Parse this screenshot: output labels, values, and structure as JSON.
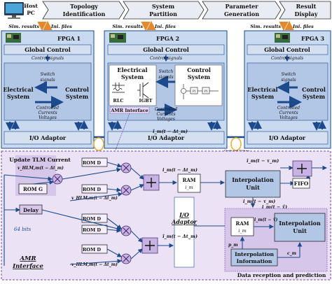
{
  "header": {
    "host": "Host",
    "pc": "PC",
    "steps": [
      "Topology Identification",
      "System Partition",
      "Parameter Generation",
      "Result Display"
    ]
  },
  "links": {
    "sim_results": "Sim. results",
    "ini_files": "Ini. files",
    "optical_fibre": "Optical Fibre"
  },
  "fpga": [
    {
      "title": "FPGA 1",
      "global": "Global Control",
      "signals": "Control signals",
      "electrical": "Electrical System",
      "control": "Control System",
      "switch": "Switch signals",
      "controlled": "Controlled Currents Voltages",
      "io": "I/O Adaptor"
    },
    {
      "title": "FPGA 2",
      "global": "Global Control",
      "signals": "Control signals",
      "electrical": "Electrical System",
      "control": "Control System",
      "switch": "Switch signals",
      "controlled": "Controlled Currents Voltages",
      "io": "I/O Adaptor",
      "rlc": "RLC",
      "igbt": "IGBT",
      "amr": "AMR Interface",
      "pi": "PI"
    },
    {
      "title": "FPGA 3",
      "global": "Global Control",
      "signals": "Control signals",
      "electrical": "Electrical System",
      "control": "Control System",
      "switch": "Switch signals",
      "controlled": "Controlled Currents Voltages",
      "io": "I/O Adaptor"
    }
  ],
  "bus_signal": "î_m(t − Δt_m)",
  "detail": {
    "update": "Update TLM Current",
    "v_in_top": "v_HLM,m(t − Δt_m)",
    "v_in_1": "v_HLM,m(t − Δt_m)",
    "v_in_2": "v_HLM,m(t − Δt_m)",
    "rom_g": "ROM G",
    "rom_d1": "ROM D",
    "rom_d2": "ROM D",
    "rom_d3": "ROM D",
    "rom_d4": "ROM D",
    "rom_d5": "ROM D",
    "delay": "Delay",
    "bits": "64 bits",
    "amr_interface": "AMR Interface",
    "io_adaptor": "I/O Adaptor",
    "im_label_top": "i_m(t − Δt_m)",
    "im_label_bot": "î_m(t − Δt_m)",
    "ram1": "RAM",
    "ram1_sub": "i_m",
    "interp_unit": "Interpolation Unit",
    "out_a": "i_m(t − τ̃)",
    "out_b": "i_m(t − τ_m)",
    "out_top": "î_m(t − τ_m)",
    "fifo": "FIFO",
    "ram2": "RAM",
    "ram2_sub": "i_m",
    "interp_info": "Interpolation Information",
    "pm": "p_m",
    "cm": "c_m",
    "it_tilde": "i_m(t − τ̃)",
    "data_rx": "Data reception and prediction"
  }
}
